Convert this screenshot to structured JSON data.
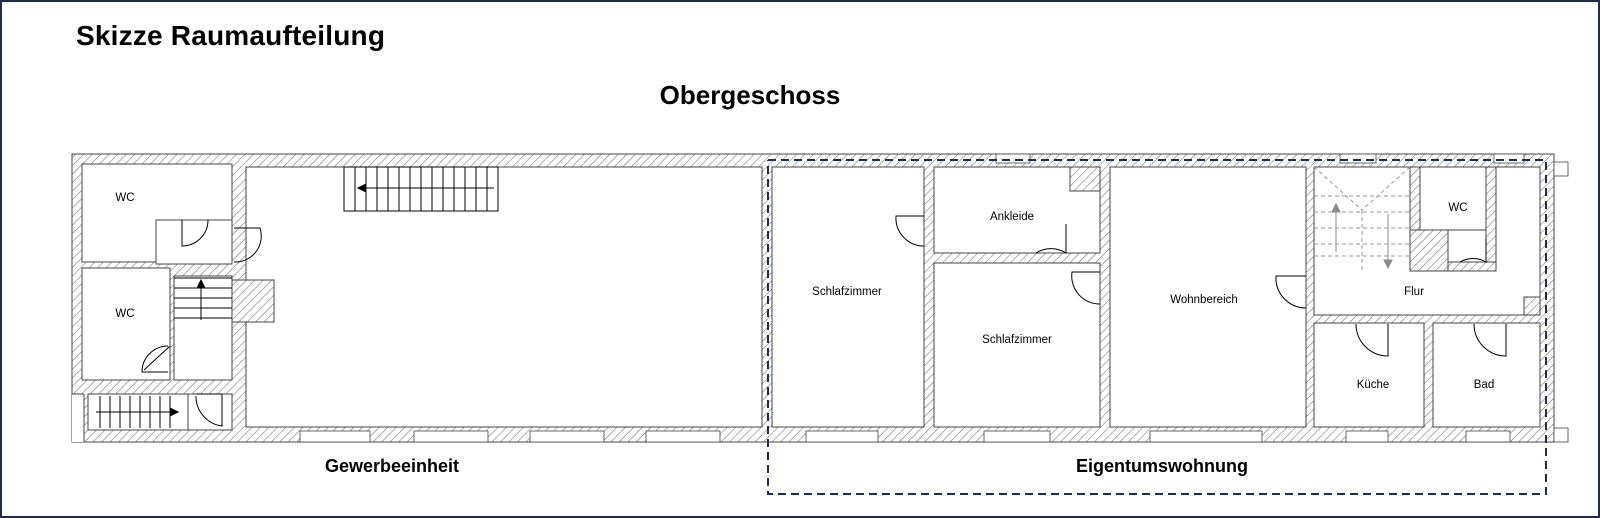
{
  "title": "Skizze Raumaufteilung",
  "floor": "Obergeschoss",
  "zones": {
    "commercial": "Gewerbeeinheit",
    "apartment": "Eigentumswohnung"
  },
  "rooms": {
    "wc_top_left": "WC",
    "wc_mid_left": "WC",
    "schlafzimmer_1": "Schlafzimmer",
    "ankleide": "Ankleide",
    "schlafzimmer_2": "Schlafzimmer",
    "wohnbereich": "Wohnbereich",
    "wc_right": "WC",
    "flur": "Flur",
    "kueche": "Küche",
    "bad": "Bad"
  },
  "colors": {
    "frame": "#1f2d4d",
    "wall": "#555555",
    "dashed_boundary": "#1f2d4d"
  }
}
